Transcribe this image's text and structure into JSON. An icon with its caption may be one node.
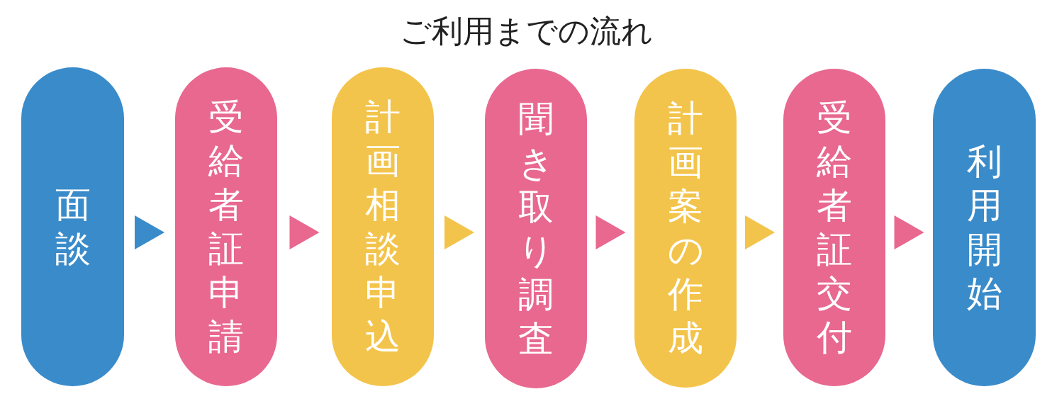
{
  "diagram": {
    "title": "ご利用までの流れ",
    "nodes": [
      {
        "text": [
          "面談"
        ]
      },
      {
        "text": [
          "受給者証申請"
        ]
      },
      {
        "text": [
          "計画相談申込"
        ]
      },
      {
        "text": [
          "聞き取り調査"
        ]
      },
      {
        "text": [
          "計画案の作成"
        ]
      },
      {
        "text": [
          "受給者証交付"
        ]
      },
      {
        "text": [
          "利用開始"
        ]
      }
    ],
    "edges": [
      {
        "from": 0,
        "to": 1,
        "arrow": "to",
        "color": "#3a8bca"
      },
      {
        "from": 1,
        "to": 2,
        "arrow": "to"
      },
      {
        "from": 2,
        "to": 3,
        "arrow": "to",
        "color": "#f3c44b"
      },
      {
        "from": 3,
        "to": 4,
        "arrow": "to"
      },
      {
        "from": 4,
        "to": 5,
        "arrow": "to",
        "color": "#f3c44b"
      },
      {
        "from": 5,
        "to": 6,
        "arrow": "to"
      }
    ]
  }
}
